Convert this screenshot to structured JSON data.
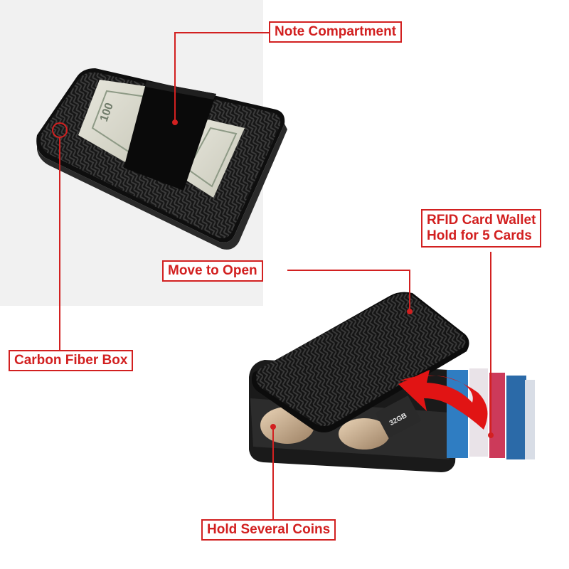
{
  "callouts": {
    "note_compartment": "Note Compartment",
    "rfid_line1": "RFID Card Wallet",
    "rfid_line2": "Hold for 5 Cards",
    "move_to_open": "Move to Open",
    "carbon_fiber_box": "Carbon Fiber Box",
    "hold_coins": "Hold Several Coins"
  },
  "banknote_text": {
    "top_note": "100",
    "card_sd": "32GB"
  },
  "colors": {
    "callout_red": "#d22020",
    "carbon_dark": "#151515",
    "arrow_red": "#e11414",
    "background": "#ffffff"
  }
}
